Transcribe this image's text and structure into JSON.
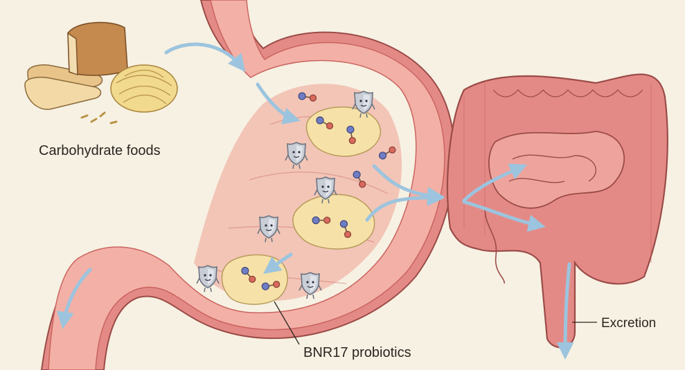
{
  "labels": {
    "carbs": "Carbohydrate foods",
    "probiotics": "BNR17 probiotics",
    "excretion": "Excretion"
  },
  "colors": {
    "background": "#f7f1e3",
    "tissue_outer": "#e48a86",
    "tissue_inner": "#f3b0a6",
    "tissue_lining": "#c9645f",
    "arrow": "#9cc4de",
    "food_cluster": "#f6e2a8",
    "molecule_blue": "#6f7dc4",
    "molecule_red": "#d76a5c",
    "shield": "#c9ced6",
    "text": "#2a2520"
  },
  "icons": [
    "bread-icon",
    "pasta-icon",
    "probiotic-shield-icon",
    "molecule-icon",
    "flow-arrow-icon"
  ]
}
